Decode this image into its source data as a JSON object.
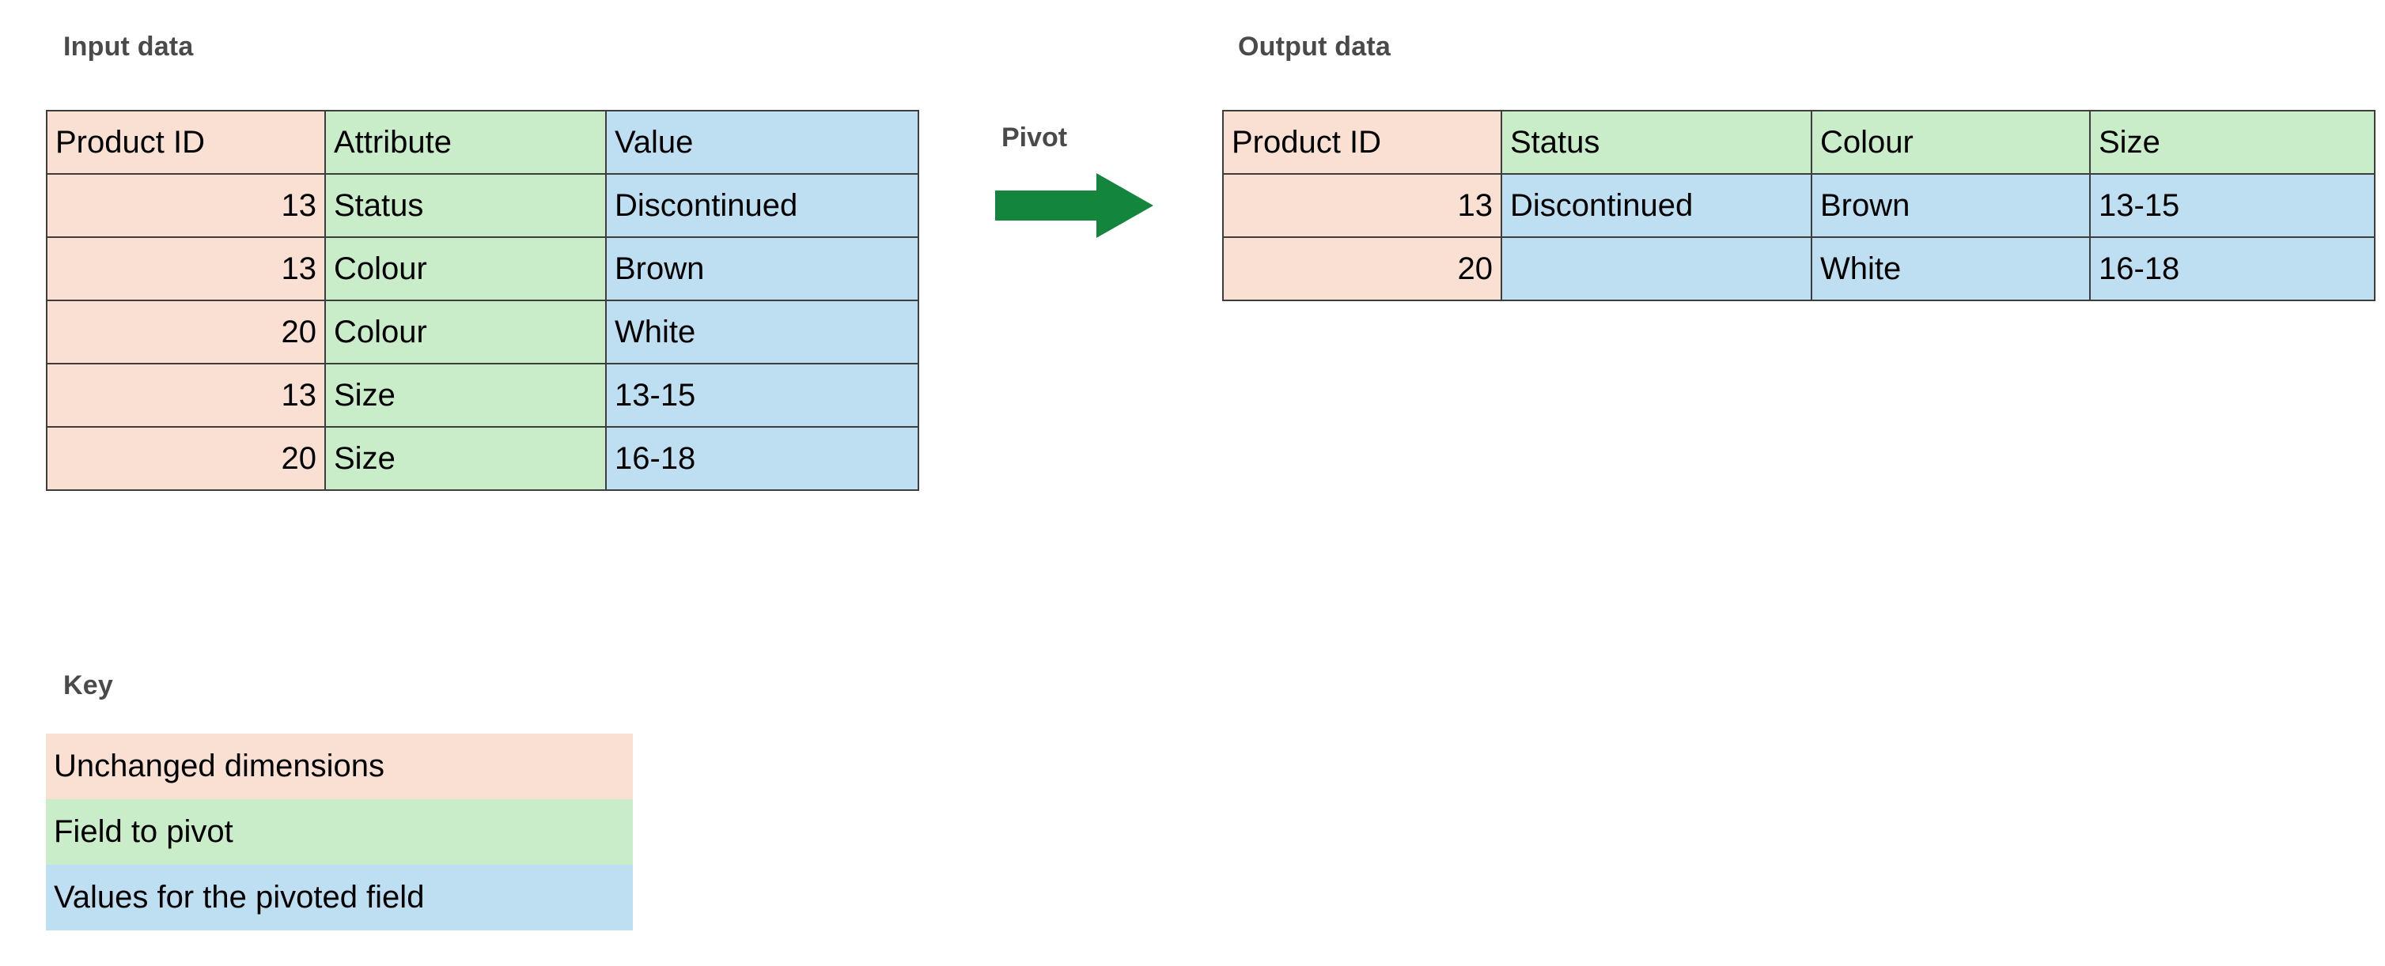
{
  "input": {
    "title": "Input data",
    "headers": [
      "Product ID",
      "Attribute",
      "Value"
    ],
    "rows": [
      {
        "product_id": "13",
        "attribute": "Status",
        "value": "Discontinued"
      },
      {
        "product_id": "13",
        "attribute": "Colour",
        "value": "Brown"
      },
      {
        "product_id": "20",
        "attribute": "Colour",
        "value": "White"
      },
      {
        "product_id": "13",
        "attribute": "Size",
        "value": "13-15"
      },
      {
        "product_id": "20",
        "attribute": "Size",
        "value": "16-18"
      }
    ]
  },
  "pivot": {
    "label": "Pivot",
    "arrow_icon": "arrow-right-icon",
    "arrow_color": "#13853C"
  },
  "output": {
    "title": "Output data",
    "headers": [
      "Product ID",
      "Status",
      "Colour",
      "Size"
    ],
    "rows": [
      {
        "product_id": "13",
        "status": "Discontinued",
        "colour": "Brown",
        "size": "13-15"
      },
      {
        "product_id": "20",
        "status": "",
        "colour": "White",
        "size": "16-18"
      }
    ]
  },
  "key": {
    "title": "Key",
    "items": [
      {
        "label": "Unchanged dimensions",
        "color": "#FAE0D2"
      },
      {
        "label": "Field to pivot",
        "color": "#C9EDC9"
      },
      {
        "label": "Values for the pivoted field",
        "color": "#BEDFF2"
      }
    ]
  },
  "colors": {
    "peach": "#FAE0D2",
    "green": "#C9EDC9",
    "blue": "#BEDFF2",
    "border": "#3D3D3D",
    "heading": "#4A4A4A",
    "arrow_green": "#13853C"
  }
}
